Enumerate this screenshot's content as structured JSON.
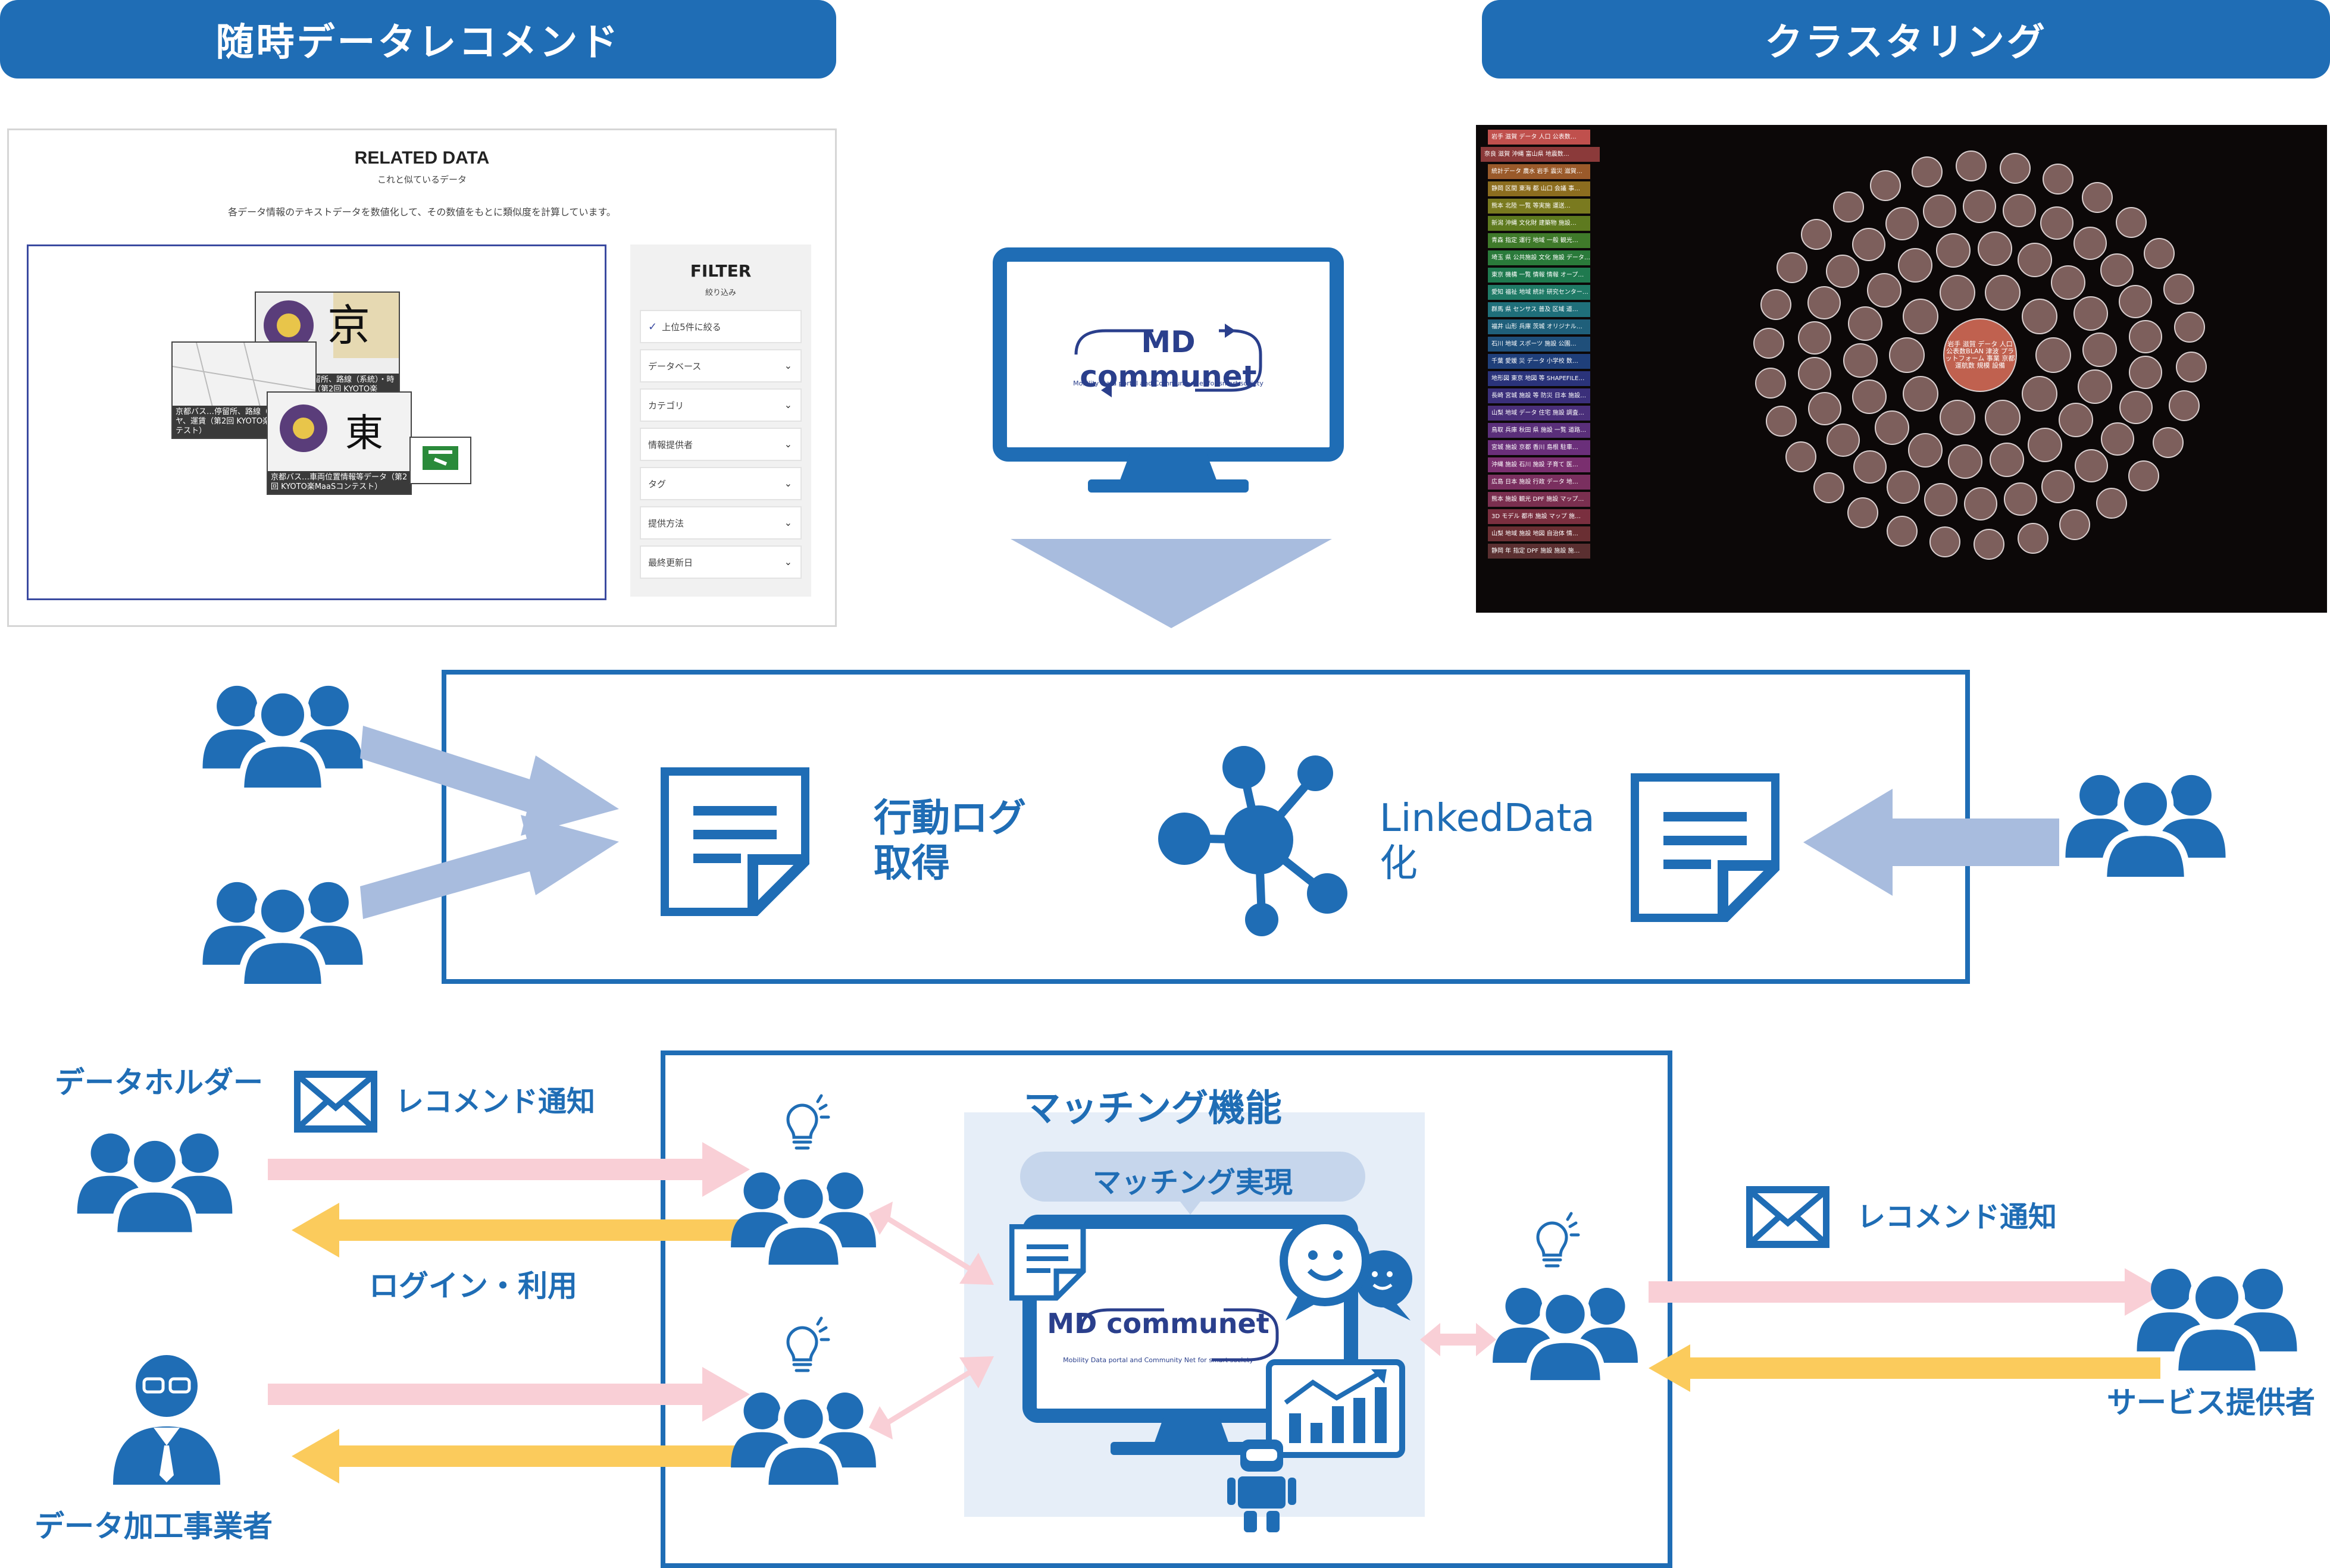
{
  "banners": {
    "left": "随時データレコメンド",
    "right": "クラスタリング"
  },
  "related": {
    "title": "RELATED DATA",
    "subtitle": "これと似ているデータ",
    "desc": "各データ情報のテキストデータを数値化して、その数値をもとに類似度を計算しています。",
    "thumbs": [
      {
        "caption": "京都市バス…停留所、路線（系統）・時刻、運賃データ（第2回 KYOTO楽MaaSコンテスト）"
      },
      {
        "caption": "京都バス…停留所、路線（系統）・ダイヤ、運賃（第2回 KYOTO楽MaaSコンテスト）"
      },
      {
        "caption": "京都バス…車両位置情報等データ（第2回 KYOTO楽MaaSコンテスト）"
      }
    ],
    "filter": {
      "title": "FILTER",
      "subtitle": "絞り込み",
      "checkbox": "上位5件に絞る",
      "items": [
        "データベース",
        "カテゴリ",
        "情報提供者",
        "タグ",
        "提供方法",
        "最終更新日"
      ]
    }
  },
  "cluster": {
    "tags": [
      {
        "label": "岩手 滋賀 データ 人口 公表数…",
        "color": "#c0504d"
      },
      {
        "label": "奈良 滋賀 沖縄 富山県 地震数…",
        "color": "#8b3a3a"
      },
      {
        "label": "統計データ 農水 岩手 震災 滋賀…",
        "color": "#9a5a2a"
      },
      {
        "label": "静岡 区間 東海 都 山口 会議 事…",
        "color": "#8c6d1f"
      },
      {
        "label": "熊本 北陸 一覧 等実施 運送…",
        "color": "#7a7a1f"
      },
      {
        "label": "新潟 沖縄 文化財 建築物 施設…",
        "color": "#5e7a1f"
      },
      {
        "label": "青森 指定 運行 地域 一般 観光…",
        "color": "#3f7a2a"
      },
      {
        "label": "埼玉 県 公共施設 文化 施設 データ…",
        "color": "#2a7a3a"
      },
      {
        "label": "東京 機構 一覧 情報 情報 オープ…",
        "color": "#1f7a4f"
      },
      {
        "label": "愛知 福祉 地域 統計 研究センター…",
        "color": "#1f7a66"
      },
      {
        "label": "群馬 県 センサス 普及 区域 道…",
        "color": "#1f6f7a"
      },
      {
        "label": "福井 山形 兵庫 茨城 オリジナル…",
        "color": "#1f5f7a"
      },
      {
        "label": "石川 地域 スポーツ 施設 公園…",
        "color": "#1f4f7a"
      },
      {
        "label": "千葉 愛媛 災 データ 小学校 数…",
        "color": "#1f3f7a"
      },
      {
        "label": "地形図 東京 地図 等 SHAPEFILE…",
        "color": "#2a337a"
      },
      {
        "label": "長崎 宮城 施設 等 防災 日本 施設…",
        "color": "#3a2f7a"
      },
      {
        "label": "山梨 地域 データ 住宅 施設 調査…",
        "color": "#4a2f7a"
      },
      {
        "label": "鳥取 兵庫 秋田 県 施設 一覧 道路…",
        "color": "#5a2f7a"
      },
      {
        "label": "宮城 施設 京都 香川 島根 駐車…",
        "color": "#6a2f7a"
      },
      {
        "label": "沖縄 施設 石川 施設 子育て 医…",
        "color": "#7a2f6f"
      },
      {
        "label": "広島 日本 施設 行政 データ 地…",
        "color": "#7a2f5f"
      },
      {
        "label": "熊本 施設 観光 DPF 施設 マップ…",
        "color": "#7a2f4f"
      },
      {
        "label": "3D モデル 都市 施設 マップ 施…",
        "color": "#7a2f3f"
      },
      {
        "label": "山梨 地域 施設 地図 自治体 情…",
        "color": "#6a2f33"
      },
      {
        "label": "静岡 年 指定 DPF 施設 施設 施…",
        "color": "#5a2f30"
      }
    ],
    "center_label": "岩手 滋賀 データ 人口 公表数BLAN 津波 プラットフォーム 事業 京都 運航数 規模 設備"
  },
  "monitor": {
    "logo": "MD communet",
    "tagline": "Mobility Data portal and Community Net for smart society"
  },
  "middle": {
    "log_label": "行動ログ取得",
    "linked_label": "LinkedData化"
  },
  "bottom": {
    "matching_title": "マッチング機能",
    "matching_realize": "マッチング実現",
    "data_holder": "データホルダー",
    "recommend_left": "レコメンド通知",
    "login_use": "ログイン・利用",
    "data_processor": "データ加工事業者",
    "recommend_right": "レコメンド通知",
    "service_provider": "サービス提供者"
  }
}
